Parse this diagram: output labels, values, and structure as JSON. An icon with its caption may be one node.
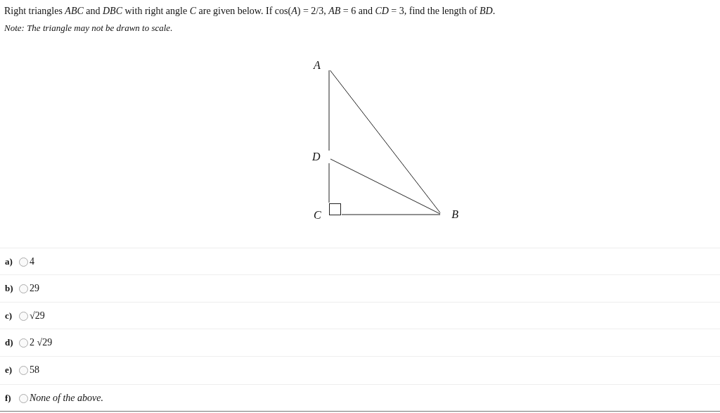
{
  "diagram": {
    "title": "Right triangles *ABC* and *DBC* with right angle *C* are given below. If cos(*A*) = 2/3, *AB* = 6 and *CD* = 3, find the length of *BD*.",
    "nodes": [
      {
        "text": [
          "A"
        ]
      },
      {
        "text": [
          "D"
        ]
      },
      {
        "text": [
          "C"
        ]
      },
      {
        "text": [
          "B"
        ]
      }
    ],
    "edges": [
      {
        "from": 0,
        "to": 1,
        "arrow": "none"
      },
      {
        "from": 1,
        "to": 2,
        "arrow": "none"
      },
      {
        "from": 2,
        "to": 3,
        "arrow": "none"
      },
      {
        "from": 0,
        "to": 3,
        "arrow": "none"
      },
      {
        "from": 1,
        "to": 3,
        "arrow": "none"
      }
    ],
    "labels": [
      "Note: The triangle may not be drawn to scale.",
      "a)",
      "4",
      "b)",
      "29",
      "c)",
      "√29",
      "d)",
      "2 √29",
      "e)",
      "58",
      "f)",
      "None of the above."
    ]
  }
}
